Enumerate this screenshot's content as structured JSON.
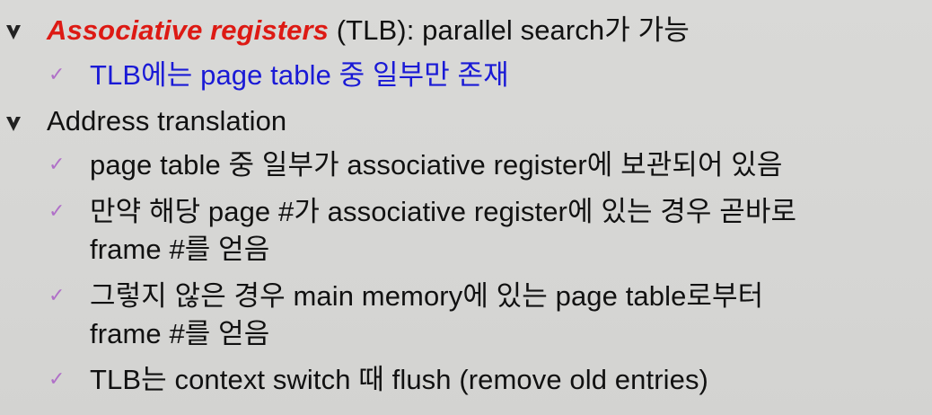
{
  "slide": {
    "colors": {
      "heading_accent": "#dd1a14",
      "sub_accent": "#1a1ad6",
      "check_mark": "#b070c8",
      "text": "#111111"
    },
    "bullet1": {
      "icon": "arrow-bullet-icon",
      "emphasis": "Associative registers",
      "rest": " (TLB): parallel search가 가능",
      "sub": [
        {
          "icon": "check-mark-icon",
          "mark": "✓",
          "text": "TLB에는 page table 중 일부만 존재"
        }
      ]
    },
    "bullet2": {
      "icon": "arrow-bullet-icon",
      "text": "Address translation",
      "sub": [
        {
          "icon": "check-mark-icon",
          "mark": "✓",
          "text": "page table 중 일부가 associative register에 보관되어 있음"
        },
        {
          "icon": "check-mark-icon",
          "mark": "✓",
          "line1": "만약 해당 page #가 associative register에 있는 경우 곧바로",
          "line2": "frame #를 얻음"
        },
        {
          "icon": "check-mark-icon",
          "mark": "✓",
          "line1": "그렇지 않은 경우 main memory에 있는 page table로부터",
          "line2": "frame #를 얻음"
        },
        {
          "icon": "check-mark-icon",
          "mark": "✓",
          "text": "TLB는 context switch 때 flush (remove old entries)"
        }
      ]
    }
  }
}
